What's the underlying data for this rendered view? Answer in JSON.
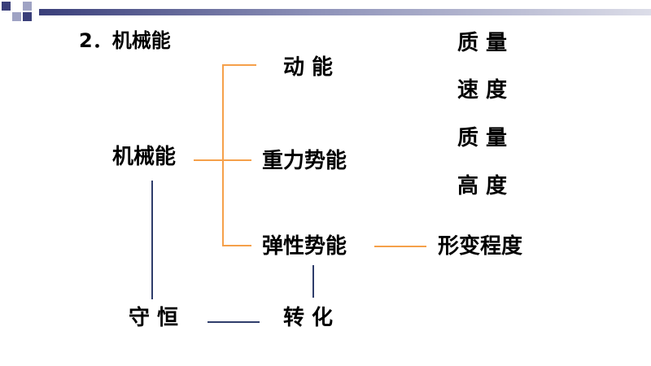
{
  "slide": {
    "heading": "2．机械能",
    "root": "机械能",
    "branches": {
      "kinetic": "动 能",
      "gravitational": "重力势能",
      "elastic": "弹性势能"
    },
    "factors": {
      "kinetic_1": "质 量",
      "kinetic_2": "速 度",
      "gravitational_1": "质 量",
      "gravitational_2": "高 度",
      "elastic": "形变程度"
    },
    "conservation": "守 恒",
    "conversion": "转 化"
  },
  "colors": {
    "bracket": "#f5a04a",
    "connector": "#2f3d6b",
    "decoration": "#3a3f7a"
  }
}
